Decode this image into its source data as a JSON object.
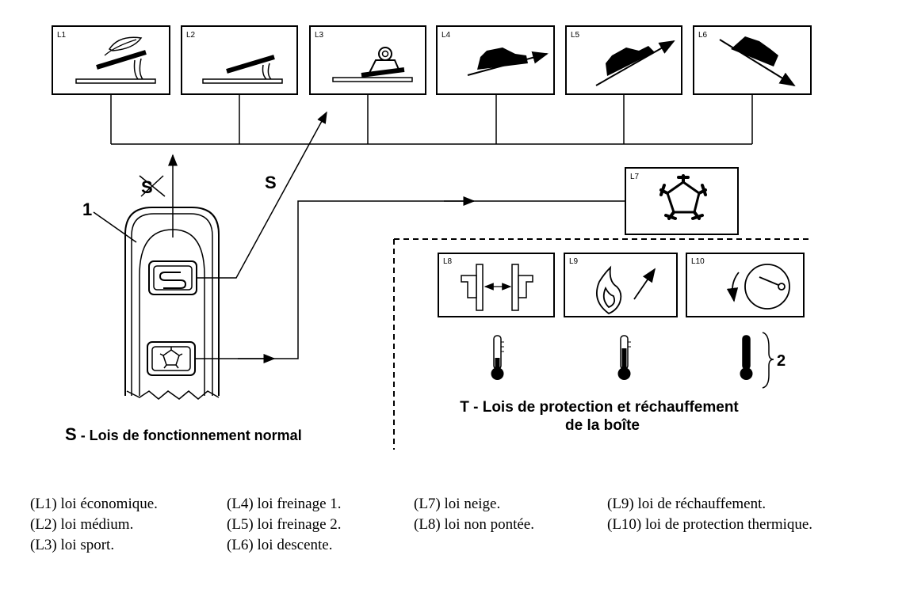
{
  "panels": {
    "L1": "L1",
    "L2": "L2",
    "L3": "L3",
    "L4": "L4",
    "L5": "L5",
    "L6": "L6",
    "L7": "L7",
    "L8": "L8",
    "L9": "L9",
    "L10": "L10"
  },
  "labels": {
    "selector_number": "1",
    "s_crossed": "S",
    "s_arrow": "S",
    "thermo_group": "2"
  },
  "titles": {
    "normal_letter": "S",
    "normal_text": " - Lois de fonctionnement normal",
    "protection_line1": "T - Lois de protection et réchauffement",
    "protection_line2": "de la boîte"
  },
  "legend": {
    "col1": [
      "(L1) loi économique.",
      "(L2) loi médium.",
      "(L3) loi sport."
    ],
    "col2": [
      "(L4) loi freinage 1.",
      "(L5) loi freinage 2.",
      "(L6) loi descente."
    ],
    "col3": [
      "(L7) loi neige.",
      "(L8) loi non pontée."
    ],
    "col4": [
      "(L9) loi de réchauffement.",
      "(L10) loi de protection thermique."
    ]
  }
}
